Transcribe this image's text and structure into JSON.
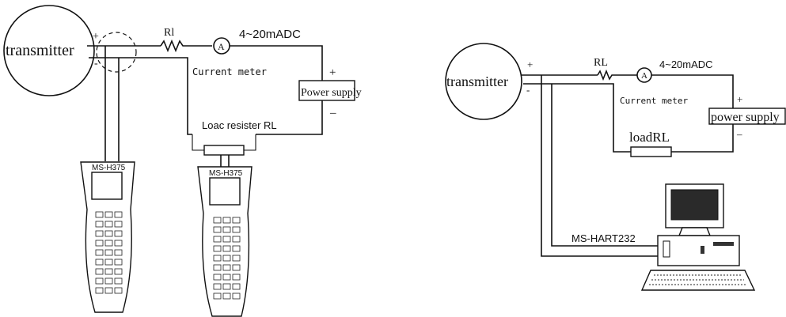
{
  "left": {
    "transmitter": "transmitter",
    "plus": "+",
    "minus": "-",
    "resistor": "Rl",
    "meter_symbol": "A",
    "current": "4~20mADC",
    "current_meter": "Current meter",
    "supply": "Power supply",
    "supply_plus": "+",
    "supply_minus": "–",
    "load": "Loac resister RL",
    "device1": "MS-H375",
    "device2": "MS-H375"
  },
  "right": {
    "transmitter": "transmitter",
    "plus": "+",
    "minus": "-",
    "resistor": "RL",
    "meter_symbol": "A",
    "current": "4~20mADC",
    "current_meter": "Current meter",
    "supply": "power supply",
    "supply_plus": "+",
    "supply_minus": "–",
    "load": "loadRL",
    "modem": "MS-HART232"
  },
  "colors": {
    "line": "#111111",
    "background": "#ffffff"
  }
}
